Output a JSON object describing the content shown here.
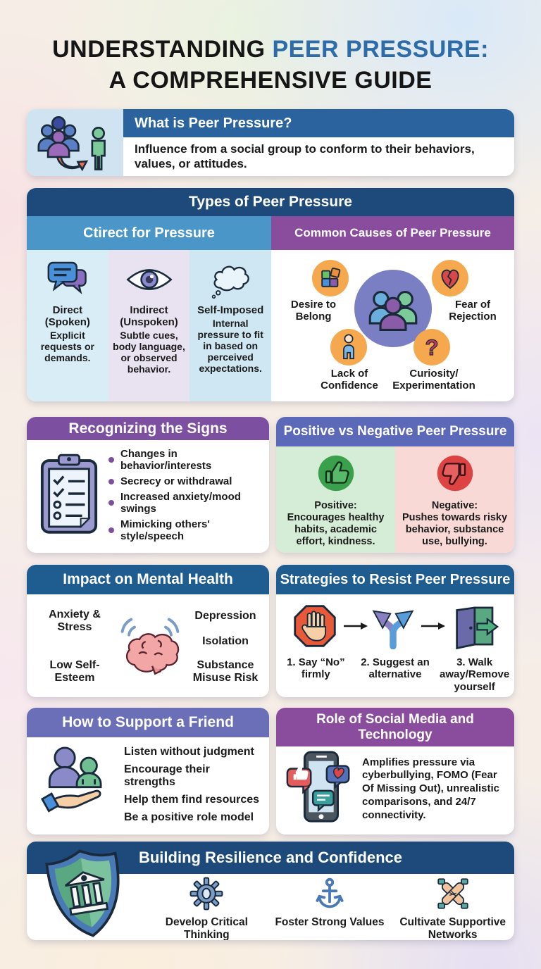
{
  "palette": {
    "navy_header": "#1d4a7a",
    "blue_header": "#1f5d91",
    "card1_header": "#2a639e",
    "steel_subheader": "#4a96c8",
    "purple_header": "#8a4d9e",
    "violet_header": "#7d4fa0",
    "indigo_header": "#5c68b8",
    "title_highlight": "#2d6ca8",
    "orange_badge": "#f5a84e",
    "positive_green": "#3aa04c",
    "negative_red": "#dd4343"
  },
  "title": {
    "prefix": "UNDERSTANDING ",
    "highlight": "PEER PRESSURE:",
    "line2": "A COMPREHENSIVE GUIDE"
  },
  "what_is": {
    "icon": "group-to-individual-icon",
    "header": "What is Peer Pressure?",
    "body": "Influence from a social group to conform to their behaviors, values, or attitudes."
  },
  "types": {
    "header": "Types of Peer Pressure",
    "left_subheader": "Ctirect for Pressure",
    "right_subheader": "Common Causes of Peer Pressure",
    "columns": [
      {
        "icon": "chat-bubbles-icon",
        "name": "Direct (Spoken)",
        "desc": "Explicit requests or demands."
      },
      {
        "icon": "eye-icon",
        "name": "Indirect (Unspoken)",
        "desc": "Subtle cues, body language, or observed behavior."
      },
      {
        "icon": "thought-cloud-icon",
        "name": "Self-Imposed",
        "desc": "Internal pressure to fit in based on perceived expectations."
      }
    ],
    "center_icon": "people-group-icon",
    "causes": [
      {
        "icon": "puzzle-icon",
        "label": "Desire to Belong"
      },
      {
        "icon": "broken-heart-icon",
        "label": "Fear of Rejection"
      },
      {
        "icon": "person-icon",
        "label": "Lack of Confidence"
      },
      {
        "icon": "question-mark-icon",
        "label": "Curiosity/ Experimentation"
      }
    ]
  },
  "signs": {
    "header": "Recognizing the Signs",
    "icon": "clipboard-checklist-icon",
    "items": [
      "Changes in behavior/interests",
      "Secrecy or withdrawal",
      "Increased anxiety/mood swings",
      "Mimicking others' style/speech"
    ]
  },
  "pos_neg": {
    "header": "Positive vs Negative Peer Pressure",
    "positive": {
      "icon": "thumbs-up-icon",
      "title": "Positive:",
      "desc": "Encourages healthy habits, academic effort, kindness."
    },
    "negative": {
      "icon": "thumbs-down-icon",
      "title": "Negative:",
      "desc": "Pushes towards risky behavior, substance use, bullying."
    }
  },
  "mental": {
    "header": "Impact on Mental Health",
    "icon": "brain-icon",
    "labels": [
      "Anxiety & Stress",
      "Low Self-Esteem",
      "Depression",
      "Isolation",
      "Substance Misuse Risk"
    ]
  },
  "strategies": {
    "header": "Strategies to Resist Peer Pressure",
    "steps": [
      {
        "icon": "stop-hand-icon",
        "label": "1. Say “No” firmly"
      },
      {
        "icon": "fork-arrows-icon",
        "label": "2. Suggest an alternative"
      },
      {
        "icon": "open-door-icon",
        "label": "3. Walk away/Remove yourself"
      }
    ]
  },
  "support": {
    "header": "How to Support a Friend",
    "icon": "helping-hand-icon",
    "items": [
      "Listen without judgment",
      "Encourage their strengths",
      "Help them find resources",
      "Be a positive role model"
    ]
  },
  "social": {
    "header": "Role of Social Media and Technology",
    "icon": "smartphone-notifications-icon",
    "body": "Amplifies pressure via cyberbullying, FOMO (Fear Of Missing Out), unrealistic comparisons, and 24/7 connectivity."
  },
  "resilience": {
    "header": "Building Resilience and Confidence",
    "shield_icon": "shield-institution-icon",
    "items": [
      {
        "icon": "gear-icon",
        "label": "Develop Critical Thinking"
      },
      {
        "icon": "anchor-icon",
        "label": "Foster Strong Values"
      },
      {
        "icon": "hands-together-icon",
        "label": "Cultivate Supportive Networks"
      }
    ]
  }
}
